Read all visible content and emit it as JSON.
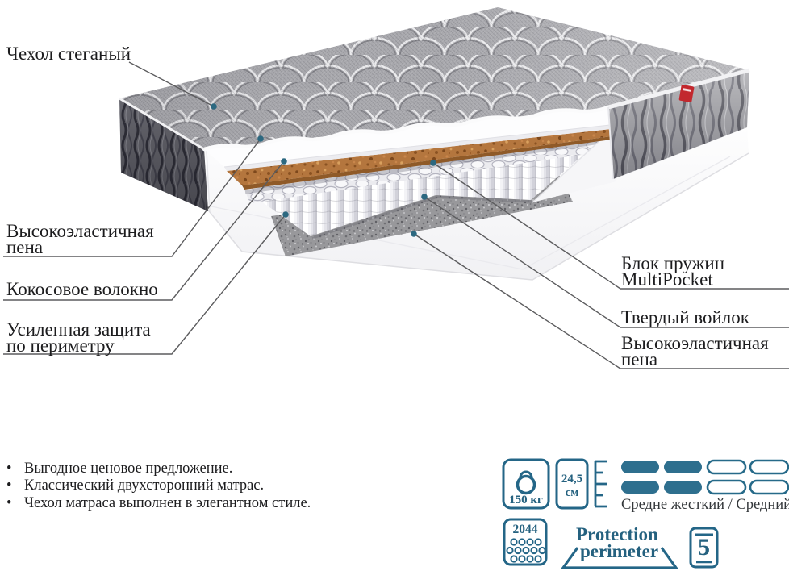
{
  "diagram": {
    "labels_left": [
      {
        "line1": "Чехол стеганый",
        "line2": ""
      },
      {
        "line1": "Высокоэластичная",
        "line2": "пена"
      },
      {
        "line1": "Кокосовое волокно",
        "line2": ""
      },
      {
        "line1": "Усиленная защита",
        "line2": "по периметру"
      }
    ],
    "labels_right": [
      {
        "line1": "Блок пружин",
        "line2": "MultiPocket"
      },
      {
        "line1": "Твердый войлок",
        "line2": ""
      },
      {
        "line1": "Высокоэластичная",
        "line2": "пена"
      }
    ]
  },
  "features": {
    "bullet_char": "•",
    "items": [
      "Выгодное ценовое предложение.",
      "Классический двухсторонний матрас.",
      "Чехол матраса выполнен в элегантном стиле."
    ]
  },
  "specs": {
    "weight_limit": "150 кг",
    "height_value": "24,5",
    "height_unit": "см",
    "firmness": "Средне жесткий / Средний",
    "springs_count": "2044",
    "protection_word1": "Protection",
    "protection_word2": "perimeter",
    "warranty_years": "5"
  },
  "colors": {
    "accent_blue": "#2e6f8e",
    "coco_brown": "#b4763e",
    "label_text": "#1c1c1e"
  }
}
